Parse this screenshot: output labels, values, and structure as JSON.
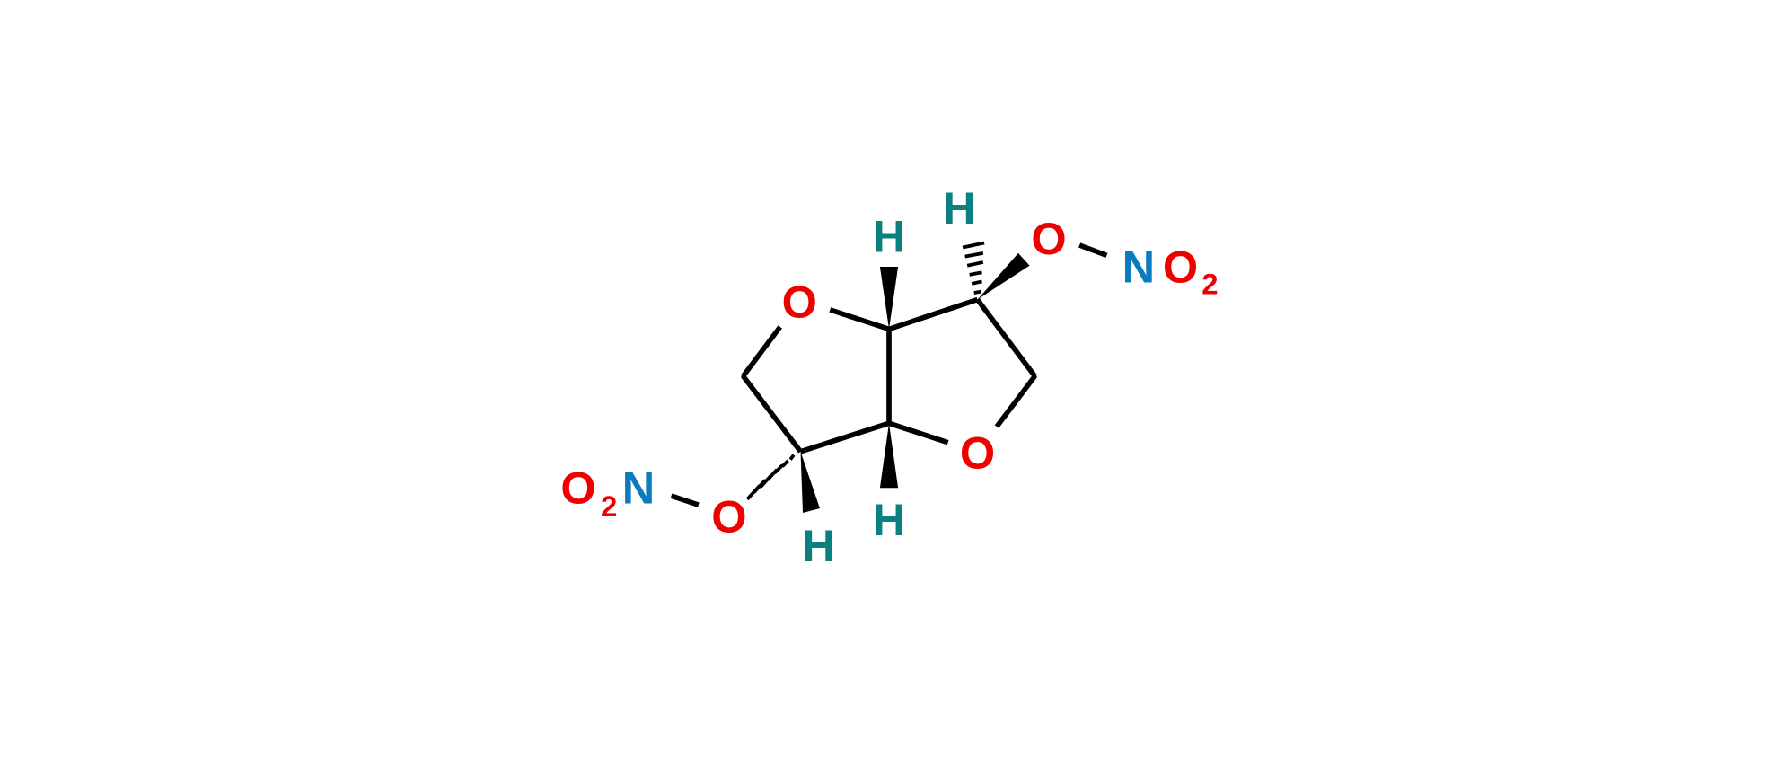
{
  "molecule": {
    "atoms": {
      "o_ring_left": "O",
      "o_ring_right": "O",
      "h_top_center": "H",
      "h_top_right": "H",
      "h_bottom_center": "H",
      "h_bottom_left": "H",
      "o_ester_right": "O",
      "o_ester_left": "O",
      "n_right": "N",
      "o2_right": "O",
      "o2_right_sub": "2",
      "n_left": "N",
      "o2_left": "O",
      "o2_left_sub": "2"
    }
  },
  "colors": {
    "oxygen": "#ee0000",
    "nitrogen": "#0a7bbf",
    "hydrogen": "#0b8080",
    "bond": "#000000"
  }
}
